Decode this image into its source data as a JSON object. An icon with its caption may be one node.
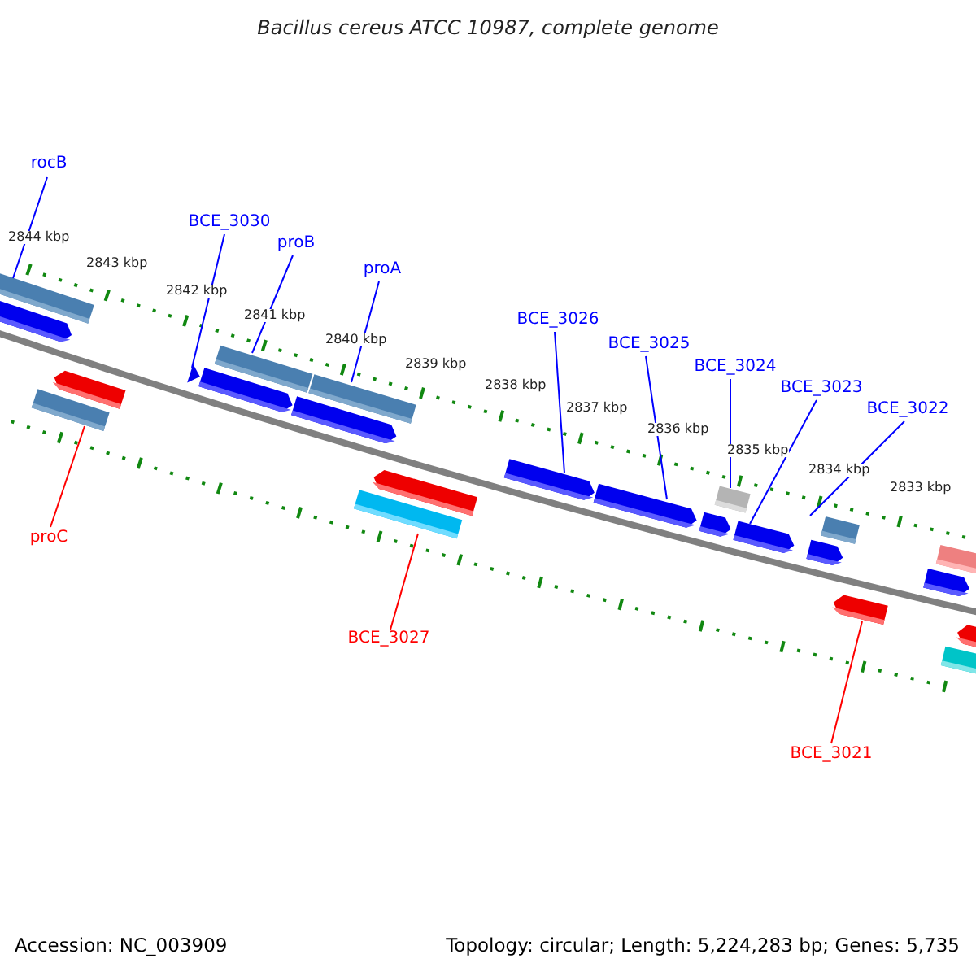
{
  "diagram": {
    "title": "Bacillus cereus ATCC 10987, complete genome",
    "nodes": [
      {
        "text": [
          "rocB"
        ]
      },
      {
        "text": [
          "BCE_3030"
        ]
      },
      {
        "text": [
          "proB"
        ]
      },
      {
        "text": [
          "proA"
        ]
      },
      {
        "text": [
          "BCE_3026"
        ]
      },
      {
        "text": [
          "BCE_3025"
        ]
      },
      {
        "text": [
          "BCE_3024"
        ]
      },
      {
        "text": [
          "BCE_3023"
        ]
      },
      {
        "text": [
          "BCE_3022"
        ]
      },
      {
        "text": [
          "proC"
        ]
      },
      {
        "text": [
          "BCE_3027"
        ]
      },
      {
        "text": [
          "BCE_3021"
        ]
      },
      {
        "text": [],
        "shape": "box"
      },
      {
        "text": [],
        "shape": "box"
      },
      {
        "text": [],
        "shape": "triangle"
      },
      {
        "text": [],
        "shape": "box"
      },
      {
        "text": [],
        "shape": "box"
      },
      {
        "text": [],
        "shape": "box"
      },
      {
        "text": [],
        "shape": "arrow"
      },
      {
        "text": [],
        "shape": "arrow"
      },
      {
        "text": [],
        "shape": "box"
      },
      {
        "text": [],
        "shape": "arrow"
      },
      {
        "text": [],
        "shape": "box"
      },
      {
        "text": [],
        "shape": "arrow"
      }
    ],
    "edges": [
      {
        "from": 0,
        "to": 12,
        "arrow": "none"
      },
      {
        "from": 1,
        "to": 14,
        "arrow": "none"
      },
      {
        "from": 2,
        "to": 15,
        "arrow": "none"
      },
      {
        "from": 3,
        "to": 16,
        "arrow": "none"
      },
      {
        "from": 4,
        "to": 18,
        "arrow": "none"
      },
      {
        "from": 5,
        "to": 19,
        "arrow": "none"
      },
      {
        "from": 6,
        "to": 20,
        "arrow": "none"
      },
      {
        "from": 7,
        "to": 21,
        "arrow": "none"
      },
      {
        "from": 8,
        "to": 22,
        "arrow": "none"
      },
      {
        "from": 9,
        "to": 13,
        "arrow": "none",
        "color": "#ff0000"
      },
      {
        "from": 10,
        "to": 17,
        "arrow": "none",
        "color": "#ff0000"
      },
      {
        "from": 11,
        "to": 23,
        "arrow": "none",
        "color": "#ff0000"
      }
    ],
    "labels": [
      "2844 kbp",
      "2843 kbp",
      "2842 kbp",
      "2841 kbp",
      "2840 kbp",
      "2839 kbp",
      "2838 kbp",
      "2837 kbp",
      "2836 kbp",
      "2835 kbp",
      "2834 kbp",
      "2833 kbp",
      "Accession: NC_003909",
      "Topology: circular; Length: 5,224,283 bp; Genes: 5,735"
    ]
  }
}
